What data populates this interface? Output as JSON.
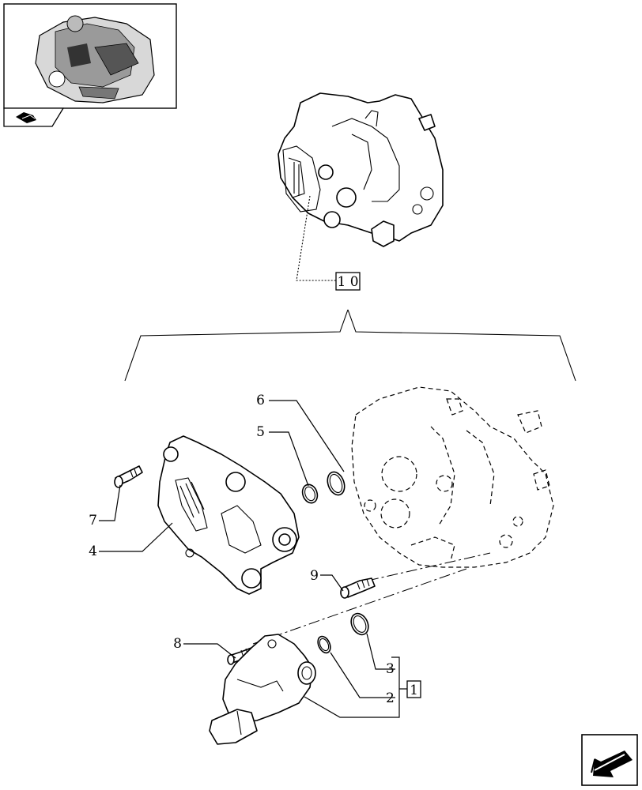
{
  "callouts": {
    "assembly_ref": "1 0",
    "group_ref": "1",
    "items": [
      "2",
      "3",
      "4",
      "5",
      "6",
      "7",
      "8",
      "9"
    ]
  }
}
